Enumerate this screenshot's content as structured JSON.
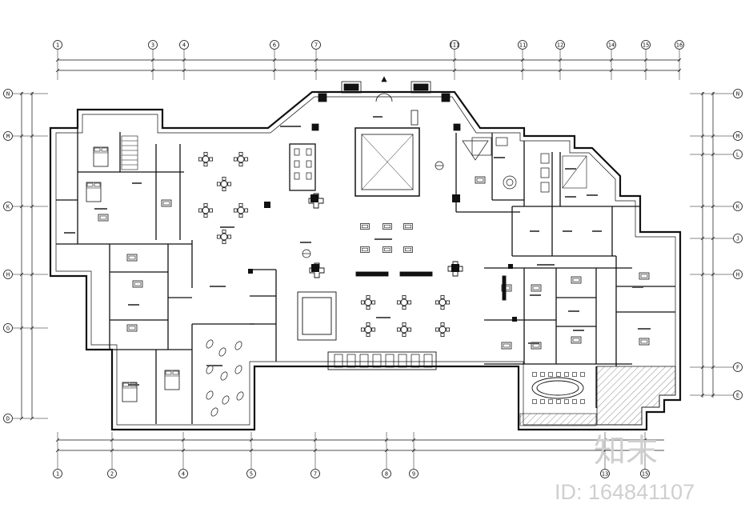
{
  "drawing": {
    "grid_top": [
      "1",
      "3",
      "4",
      "6",
      "7",
      "III",
      "11",
      "12",
      "14",
      "15",
      "16"
    ],
    "grid_bottom": [
      "1",
      "2",
      "4",
      "5",
      "7",
      "8",
      "9",
      "13",
      "15"
    ],
    "grid_left": [
      "N",
      "M",
      "K",
      "H",
      "G",
      "D"
    ],
    "grid_right": [
      "N",
      "M",
      "L",
      "K",
      "J",
      "H",
      "F",
      "E"
    ]
  },
  "watermark": {
    "logo_text": "知末",
    "id_text": "ID: 164841107"
  },
  "colors": {
    "line": "#111111",
    "hatch": "#555555",
    "watermark": "#cfcfcf"
  }
}
